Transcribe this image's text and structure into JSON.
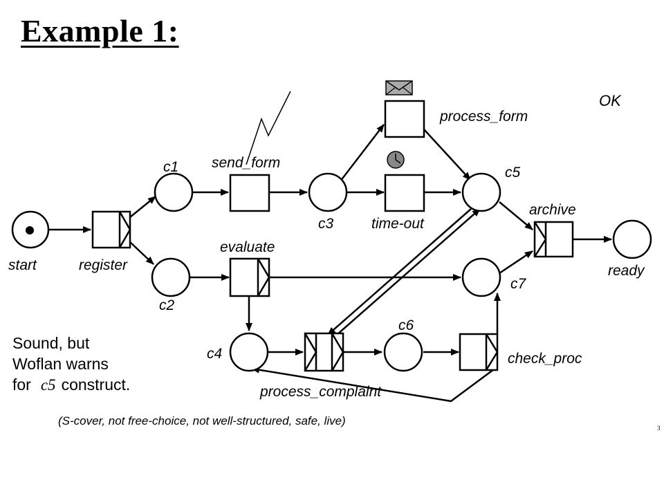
{
  "title": "Example 1:",
  "status_label": "OK",
  "places": {
    "start": "start",
    "c1": "c1",
    "c2": "c2",
    "c3": "c3",
    "c4": "c4",
    "c5": "c5",
    "c6": "c6",
    "c7": "c7",
    "ready": "ready"
  },
  "transitions": {
    "register": "register",
    "send_form": "send_form",
    "process_form": "process_form",
    "time_out": "time-out",
    "evaluate": "evaluate",
    "archive": "archive",
    "process_complaint": "process_complaint",
    "check_proc": "check_proc"
  },
  "note": {
    "line1": "Sound, but",
    "line2": "Woflan warns",
    "line3_prefix": "for",
    "line3_var": "c5",
    "line3_suffix": "construct."
  },
  "properties": "(S-cover, not free-choice, not well-structured, safe, live)",
  "page_number": "3"
}
